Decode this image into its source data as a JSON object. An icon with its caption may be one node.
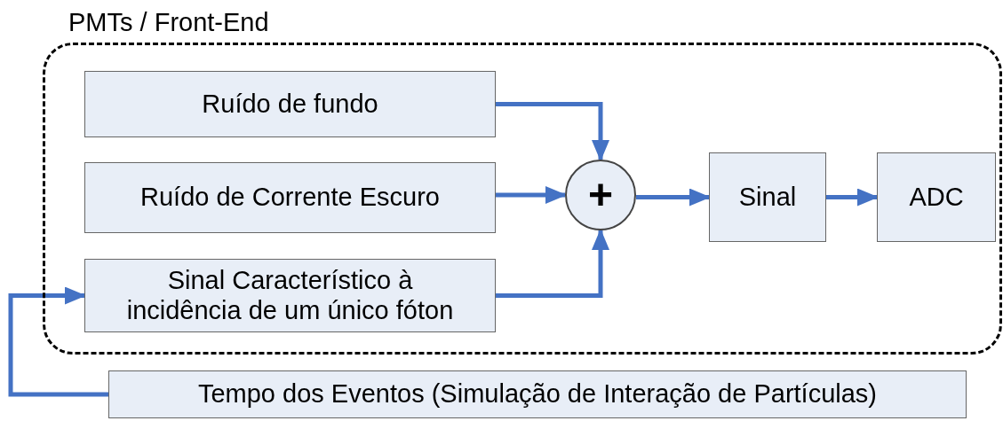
{
  "diagram": {
    "nodes": [
      {
        "text": [
          "PMTs / Front-End"
        ]
      },
      {
        "text": [
          "Ruído de fundo"
        ],
        "in": 0
      },
      {
        "text": [
          "Ruído de Corrente Escuro"
        ],
        "in": 0
      },
      {
        "text": [
          "Sinal Característico à incidência de um único fóton"
        ],
        "in": 0
      },
      {
        "text": [
          "+"
        ],
        "in": 0
      },
      {
        "text": [
          "Sinal"
        ],
        "in": 0
      },
      {
        "text": [
          "ADC"
        ],
        "in": 0
      },
      {
        "text": [
          "Tempo dos Eventos (Simulação de Interação de Partículas)"
        ]
      }
    ],
    "edges": [
      {
        "from": 1,
        "to": 4,
        "arrow": "to"
      },
      {
        "from": 2,
        "to": 4,
        "arrow": "to"
      },
      {
        "from": 3,
        "to": 4,
        "arrow": "to"
      },
      {
        "from": 4,
        "to": 5,
        "arrow": "to"
      },
      {
        "from": 5,
        "to": 6,
        "arrow": "to"
      },
      {
        "from": 7,
        "to": 3,
        "arrow": "to"
      }
    ]
  }
}
